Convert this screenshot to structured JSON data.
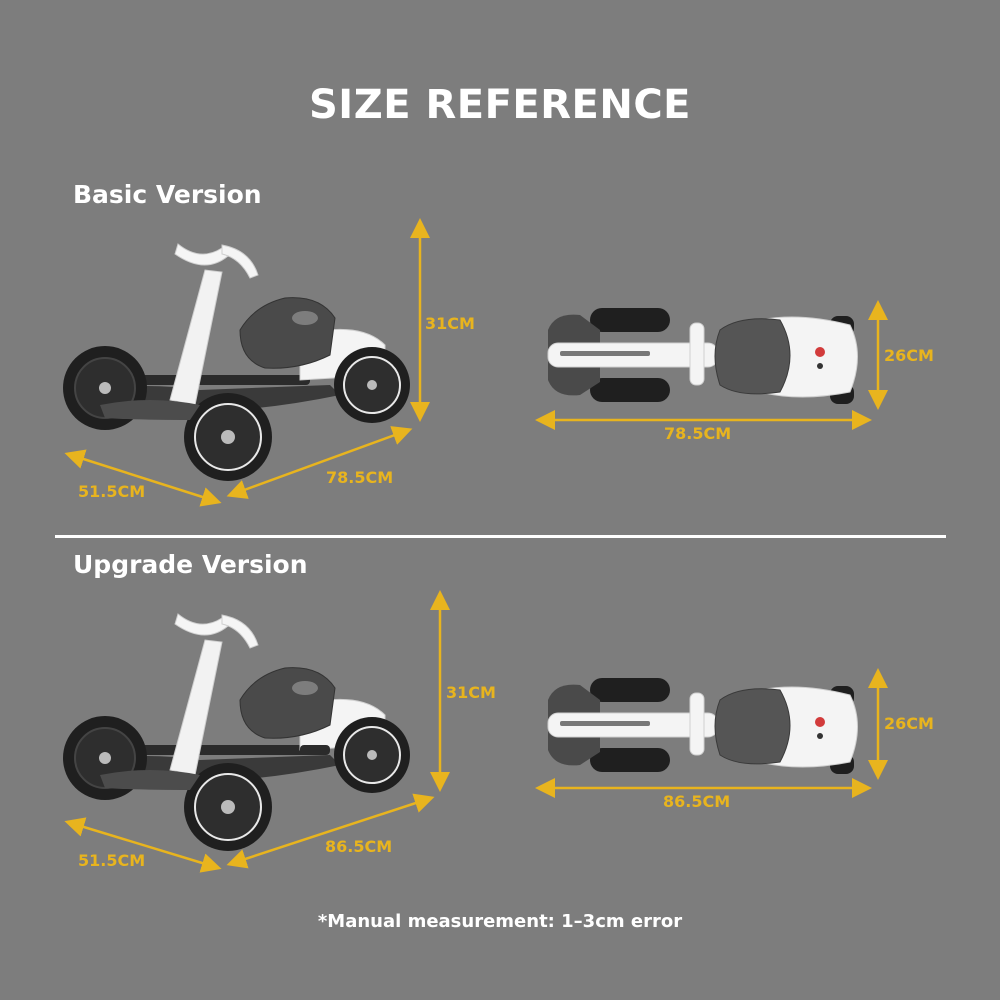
{
  "title": "SIZE REFERENCE",
  "colors": {
    "background": "#7d7d7d",
    "dimension": "#e8b41e",
    "text": "#ffffff"
  },
  "basic": {
    "heading": "Basic Version",
    "side": {
      "width": "51.5CM",
      "length": "78.5CM",
      "height": "31CM"
    },
    "top": {
      "length": "78.5CM",
      "height": "26CM"
    }
  },
  "upgrade": {
    "heading": "Upgrade Version",
    "side": {
      "width": "51.5CM",
      "length": "86.5CM",
      "height": "31CM"
    },
    "top": {
      "length": "86.5CM",
      "height": "26CM"
    }
  },
  "note": "*Manual measurement: 1–3cm error"
}
